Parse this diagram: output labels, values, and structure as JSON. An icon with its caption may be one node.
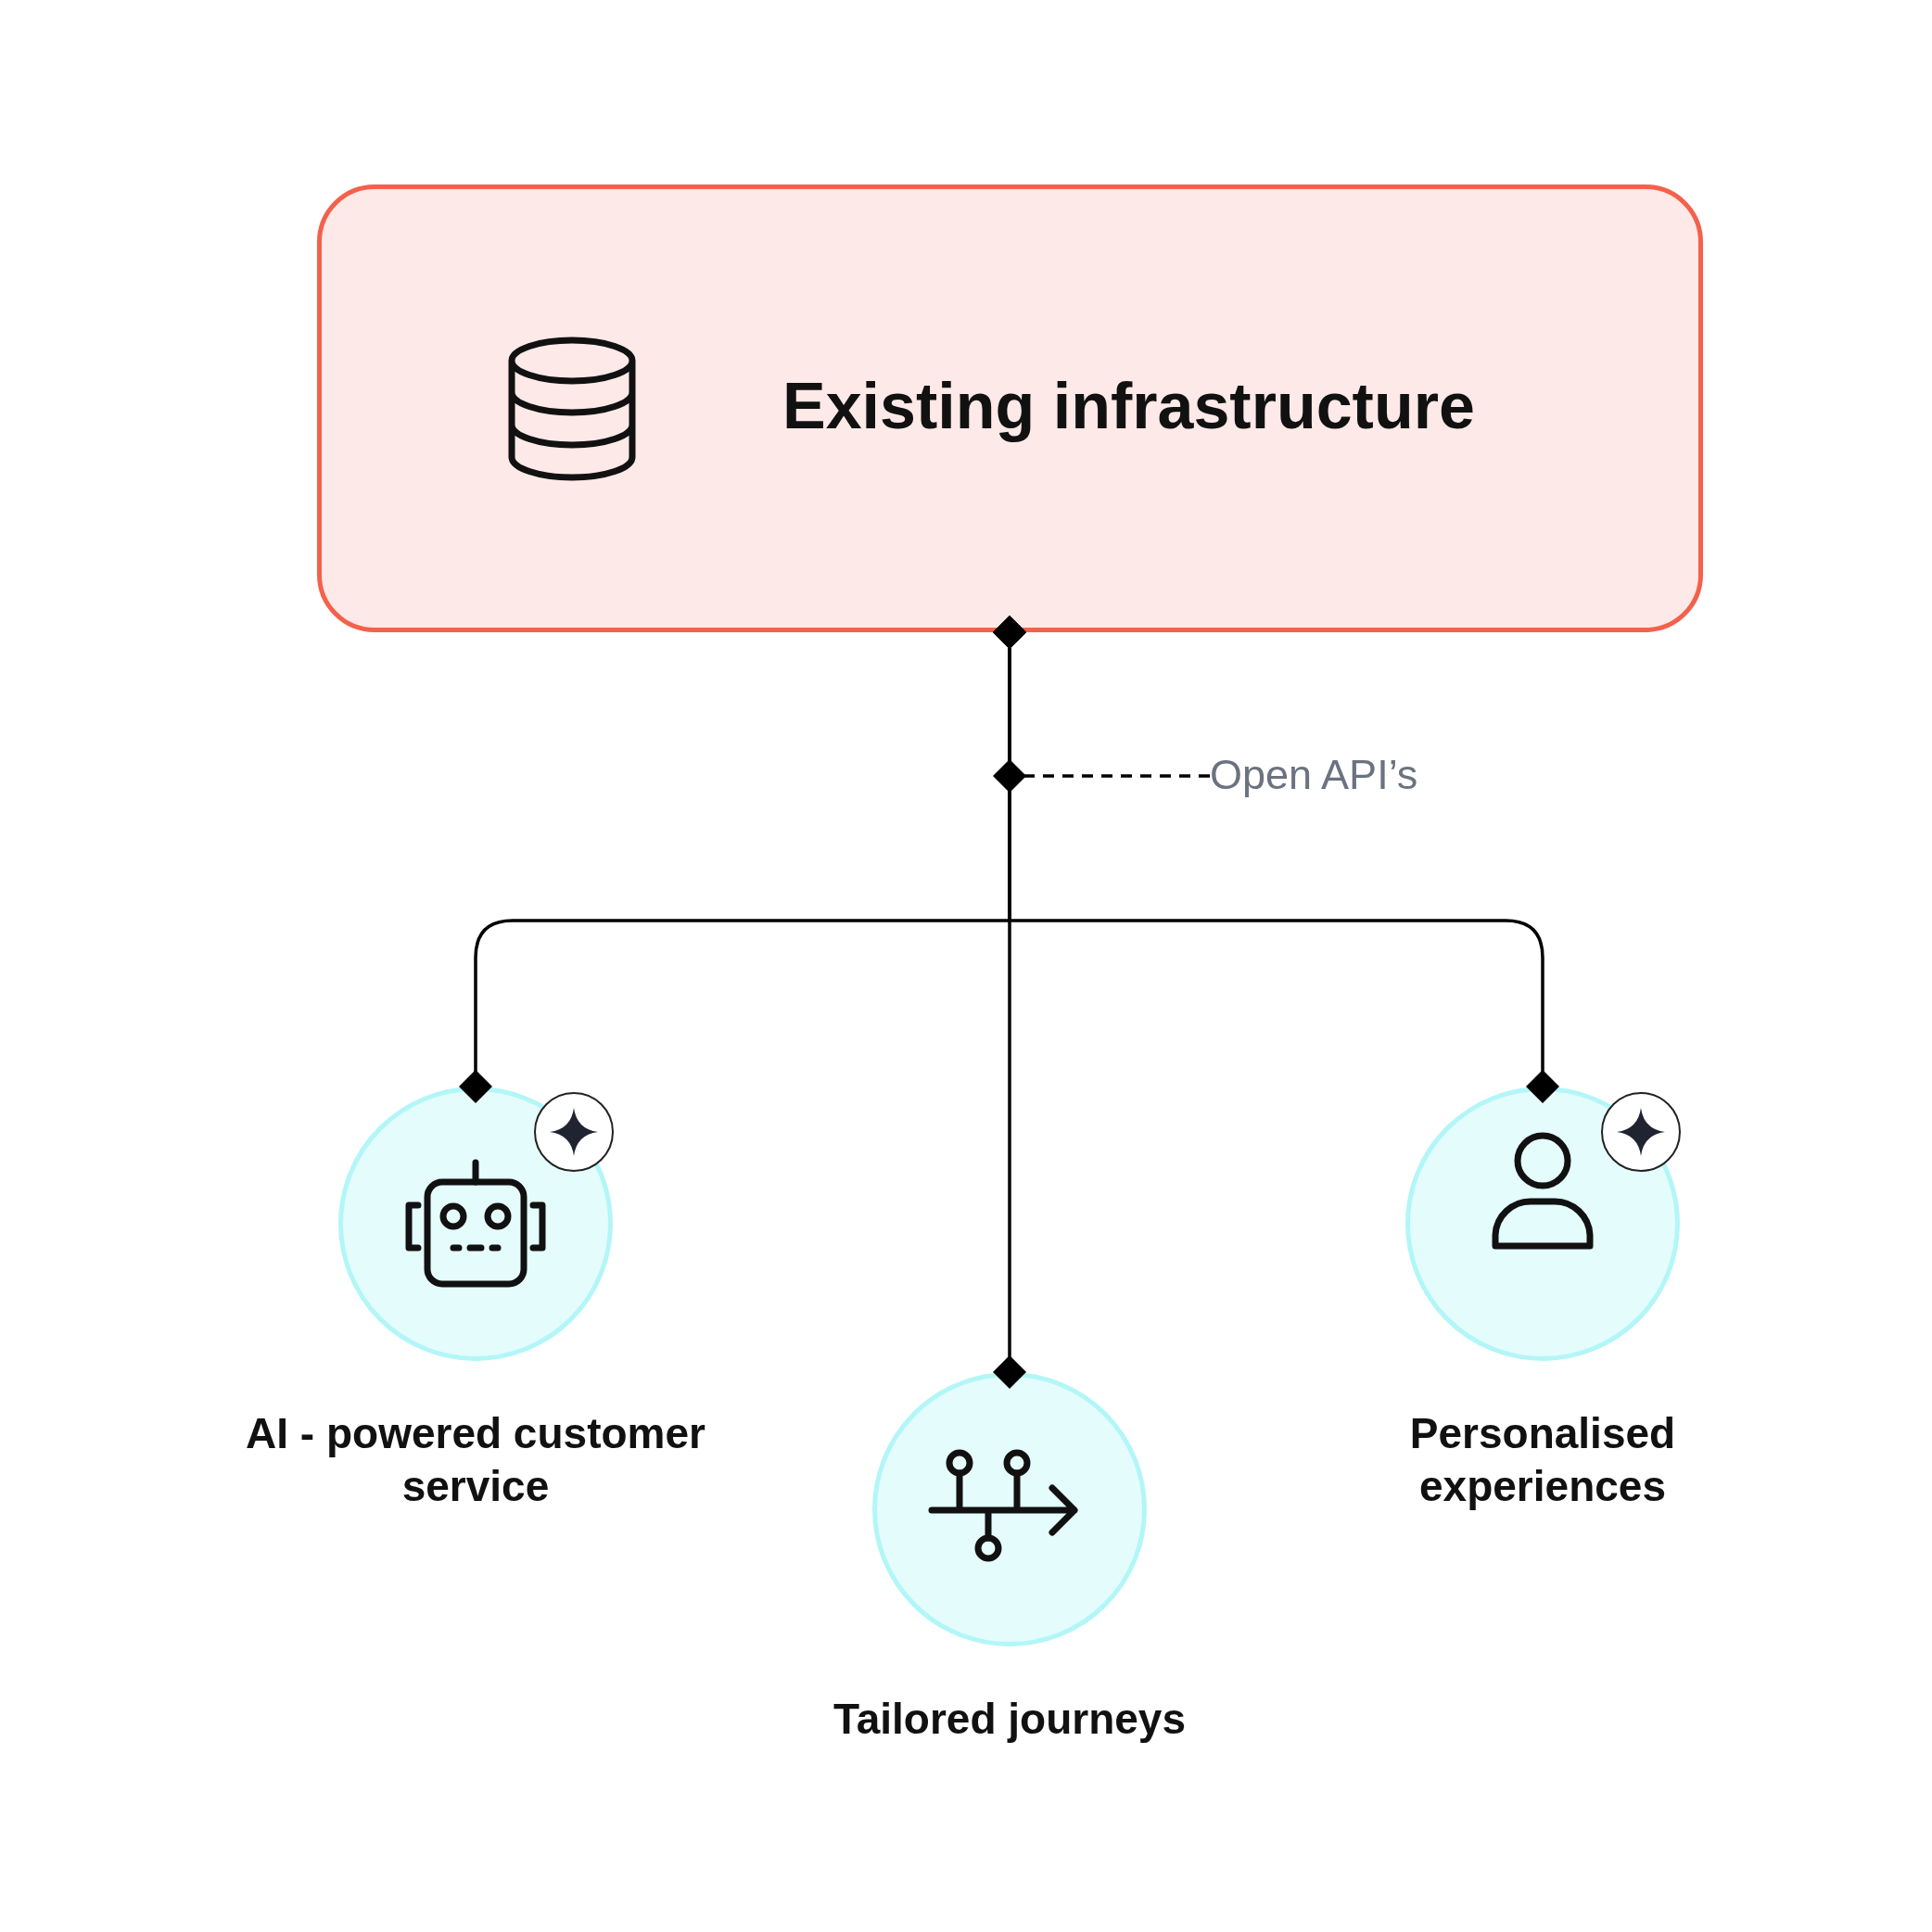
{
  "diagram": {
    "nodes": [
      {
        "text": [
          "Existing infrastructure"
        ]
      },
      {
        "text": [
          "Open API’s"
        ]
      },
      {
        "text": [
          "AI - powered customer service"
        ]
      },
      {
        "text": [
          "Personalised experiences"
        ]
      },
      {
        "text": [
          "Tailored journeys"
        ]
      }
    ],
    "edges": [
      {
        "from": 0,
        "to": 2,
        "arrow": "other"
      },
      {
        "from": 0,
        "to": 3,
        "arrow": "other"
      },
      {
        "from": 0,
        "to": 4,
        "arrow": "other"
      },
      {
        "from": 1,
        "to": null,
        "arrow": "other",
        "style": "dashed"
      }
    ]
  }
}
